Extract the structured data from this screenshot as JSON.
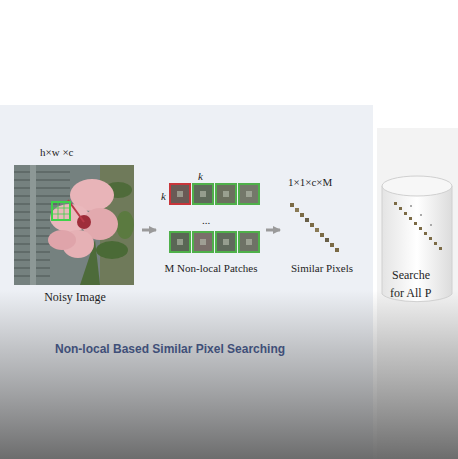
{
  "diagram": {
    "nodes": [
      {
        "text": [
          "h×w ×c",
          "Noisy Image"
        ]
      },
      {
        "text": [
          "k",
          "k",
          "...",
          "M Non-local Patches"
        ]
      },
      {
        "text": [
          "1×1×c×M",
          "Similar Pixels"
        ]
      },
      {
        "text": [
          "Searche",
          "for All P"
        ]
      }
    ],
    "edges": [
      {
        "from": 0,
        "to": 1,
        "arrow": "to"
      },
      {
        "from": 1,
        "to": 2,
        "arrow": "to"
      }
    ],
    "labels": [
      "Non-local Based Similar Pixel Searching"
    ]
  }
}
